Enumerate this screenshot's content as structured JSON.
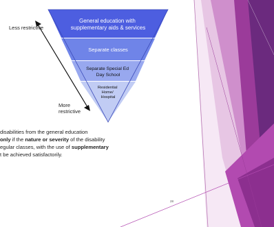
{
  "diagram": {
    "label_top": "Less restrictive",
    "label_bottom": "More restrictive",
    "tiers": [
      {
        "label": "General education with supplementary aids & services"
      },
      {
        "label": "Separate classes"
      },
      {
        "label": "Separate Special Ed Day School"
      },
      {
        "label": "Residential Home/ Hospital"
      }
    ]
  },
  "body": {
    "line1": "disabilities from the general education",
    "line2_a": "only",
    "line2_b": " if the ",
    "line2_c": "nature or severity",
    "line2_d": " of the disability",
    "line3_a": "egular classes, with the use of ",
    "line3_b": "supplementary",
    "line4": "t be achieved satisfactorily."
  },
  "page_number": "28",
  "colors": {
    "tier1": "#4d5ee0",
    "tier2": "#6f84e8",
    "tier3": "#98a8ef",
    "tier4": "#c1ccf4",
    "accent_purple": "#6b2a7e",
    "accent_magenta": "#b24ab0",
    "accent_light": "#d8a8d6"
  }
}
